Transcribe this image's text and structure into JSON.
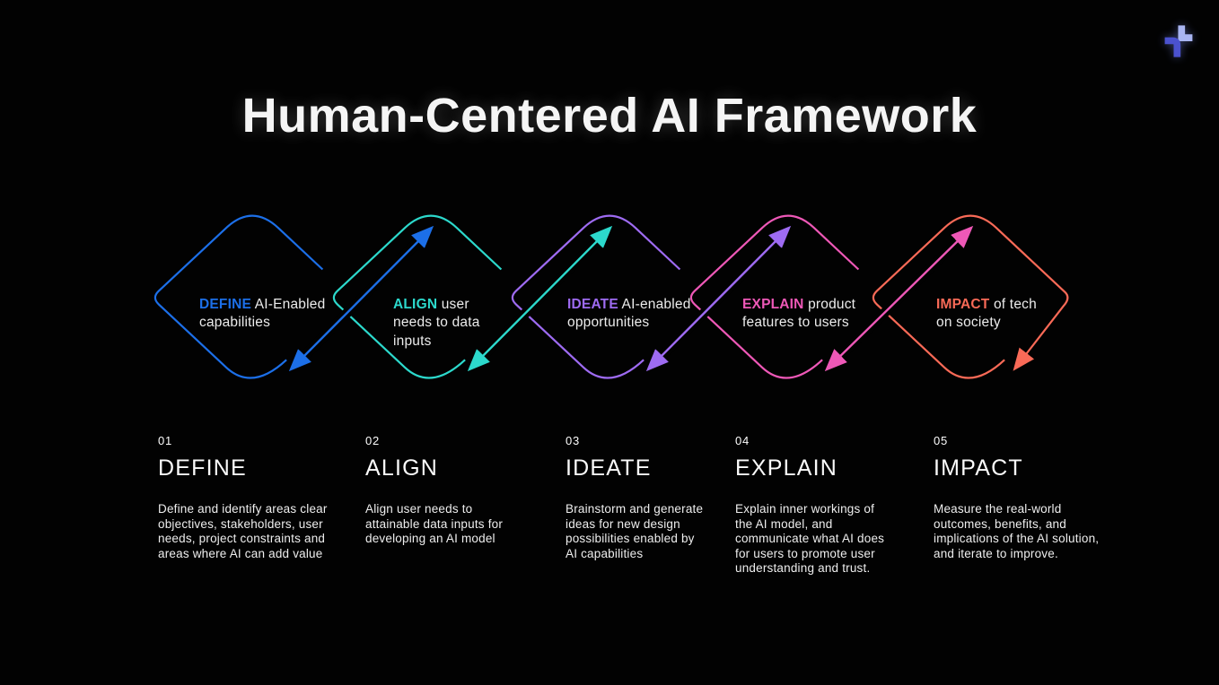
{
  "title": "Human-Centered AI Framework",
  "logo": {
    "primary": "#4b52cf",
    "secondary": "#a9b5f2"
  },
  "stages": [
    {
      "number": "01",
      "name": "DEFINE",
      "keyword": "DEFINE",
      "label_rest": " AI-Enabled\ncapabilities",
      "description": "Define and identify areas clear\nobjectives, stakeholders, user\nneeds, project constraints and\nareas where AI can add value",
      "color": "#1c6fe8"
    },
    {
      "number": "02",
      "name": "ALIGN",
      "keyword": "ALIGN",
      "label_rest": " user\nneeds to data\ninputs",
      "description": "Align user needs to\nattainable data inputs for\ndeveloping an AI model",
      "color": "#2cd9cc"
    },
    {
      "number": "03",
      "name": "IDEATE",
      "keyword": "IDEATE",
      "label_rest": " AI-enabled\nopportunities",
      "description": "Brainstorm and generate\nideas for new design\npossibilities enabled by\nAI capabilities",
      "color": "#9e6bf2"
    },
    {
      "number": "04",
      "name": "EXPLAIN",
      "keyword": "EXPLAIN",
      "label_rest": " product\nfeatures to users",
      "description": "Explain inner workings of\nthe AI model, and\ncommunicate what AI does\nfor users  to promote user\nunderstanding and trust.",
      "color": "#ee58b7"
    },
    {
      "number": "05",
      "name": "IMPACT",
      "keyword": "IMPACT",
      "label_rest": " of tech\non society",
      "description": "Measure the real-world\noutcomes, benefits, and\nimplications of the AI solution,\nand iterate to improve.",
      "color": "#f96a57"
    }
  ]
}
